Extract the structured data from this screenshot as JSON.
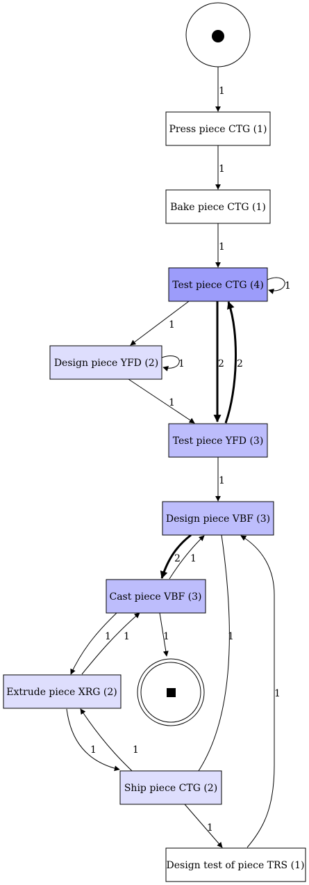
{
  "diagram": {
    "start_marker": "start-place",
    "end_marker": "end-place",
    "nodes": {
      "press_ctg": {
        "label": "Press piece CTG (1)",
        "fill": "#ffffff"
      },
      "bake_ctg": {
        "label": "Bake piece CTG (1)",
        "fill": "#ffffff"
      },
      "test_ctg": {
        "label": "Test piece CTG (4)",
        "fill": "#9c9cfa"
      },
      "design_yfd": {
        "label": "Design piece YFD (2)",
        "fill": "#dedefd"
      },
      "test_yfd": {
        "label": "Test piece YFD (3)",
        "fill": "#bdbdfc"
      },
      "design_vbf": {
        "label": "Design piece VBF (3)",
        "fill": "#bdbdfc"
      },
      "cast_vbf": {
        "label": "Cast piece VBF (3)",
        "fill": "#bdbdfc"
      },
      "extrude_xrg": {
        "label": "Extrude piece XRG (2)",
        "fill": "#dedefd"
      },
      "ship_ctg": {
        "label": "Ship piece CTG (2)",
        "fill": "#dedefd"
      },
      "design_test_trs": {
        "label": "Design test of piece TRS (1)",
        "fill": "#ffffff"
      }
    },
    "edges": {
      "start_to_press": "1",
      "press_to_bake": "1",
      "bake_to_test_ctg": "1",
      "test_ctg_self": "1",
      "test_ctg_to_design_yfd": "1",
      "design_yfd_self": "1",
      "test_ctg_to_test_yfd": "2",
      "test_yfd_to_test_ctg": "2",
      "design_yfd_to_test_yfd": "1",
      "test_yfd_to_design_vbf": "1",
      "design_vbf_to_cast_vbf": "2",
      "cast_vbf_to_design_vbf": "1",
      "design_vbf_to_ship_ctg": "1",
      "cast_vbf_to_end": "1",
      "cast_vbf_to_extrude_xrg": "1",
      "extrude_xrg_to_cast_vbf": "1",
      "extrude_xrg_to_ship_ctg": "1",
      "ship_ctg_to_extrude_xrg": "1",
      "ship_ctg_to_design_test_trs": "1",
      "design_test_trs_to_design_vbf": "1"
    }
  }
}
